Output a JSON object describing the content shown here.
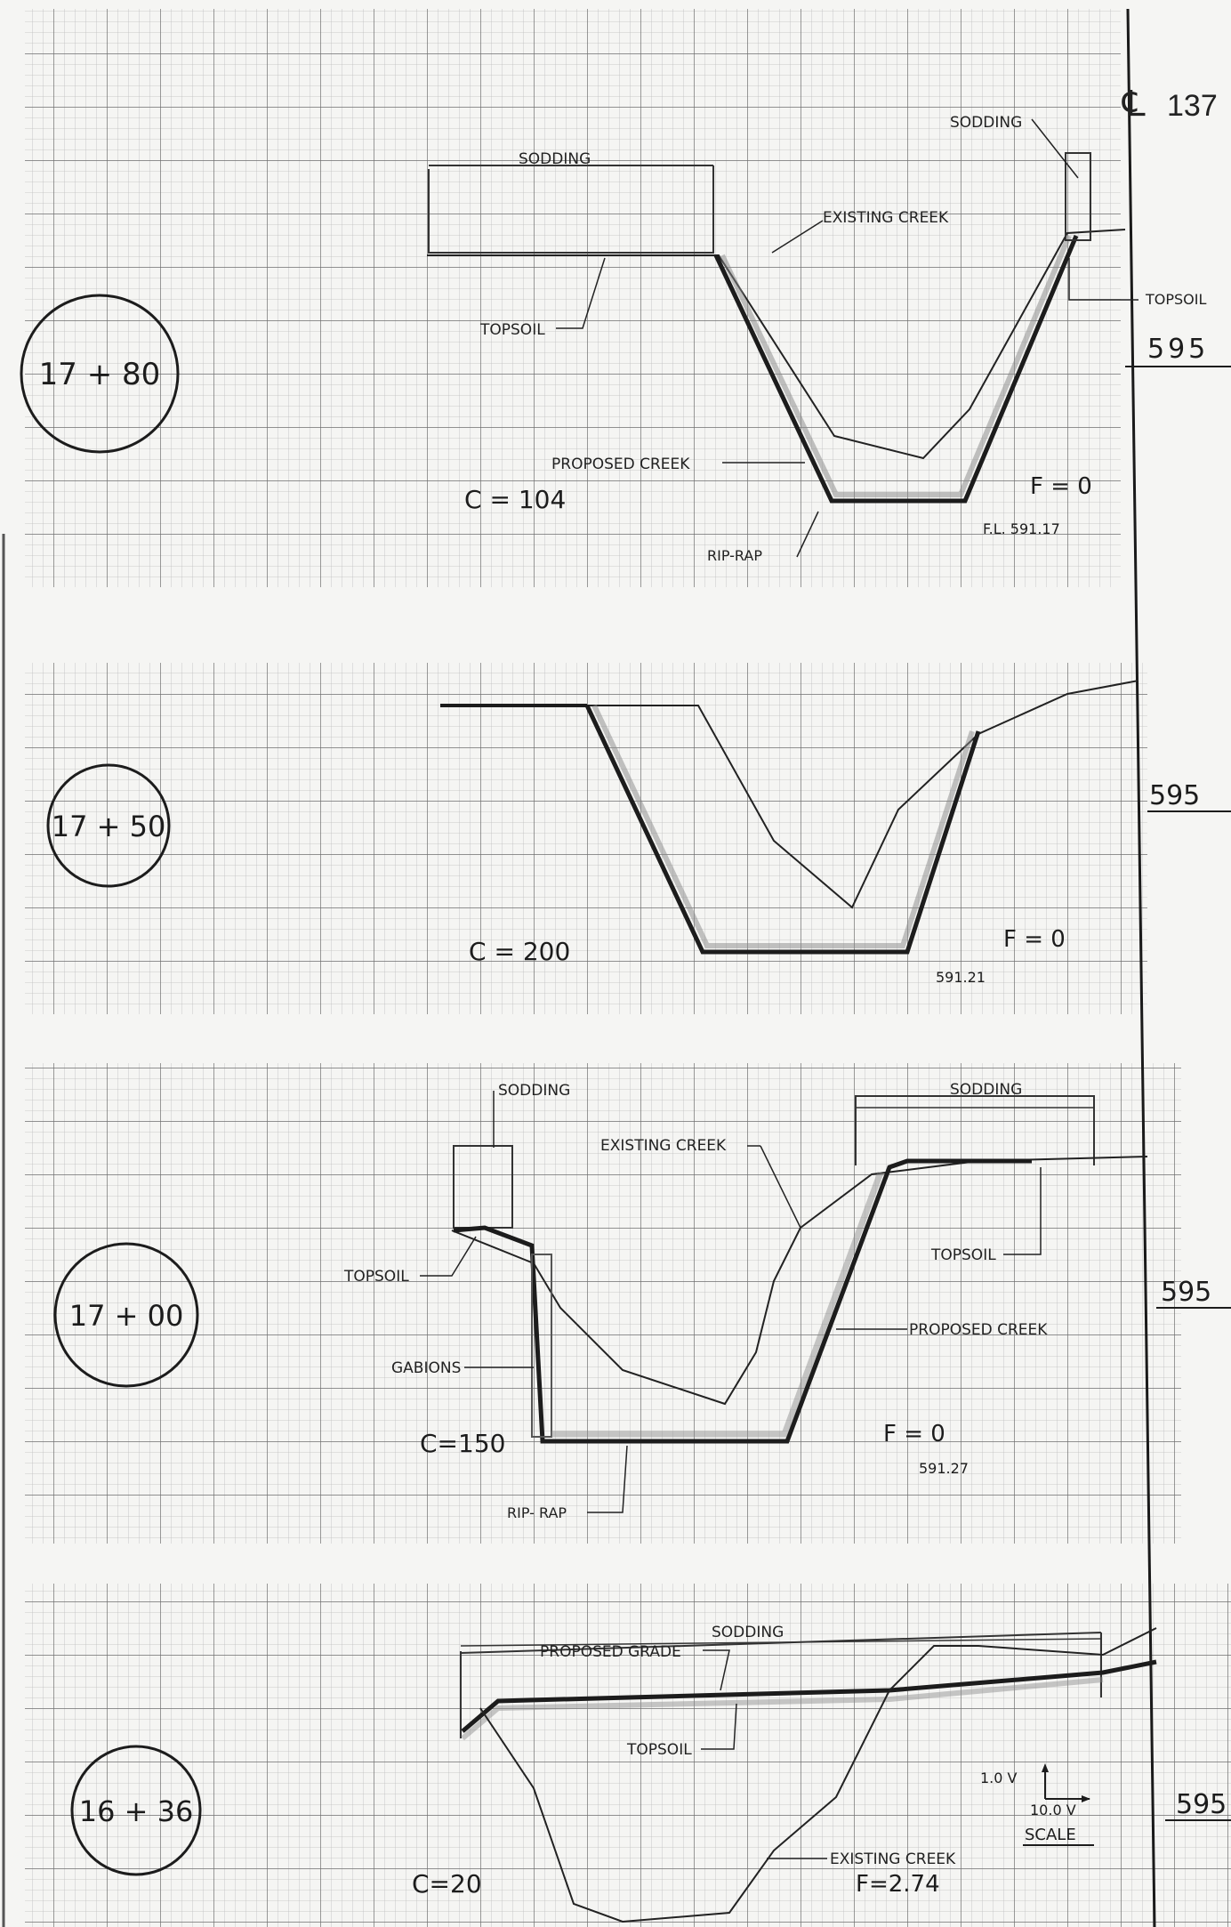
{
  "page": {
    "sheet_number": "137",
    "centerline_symbol": "℄"
  },
  "sections": [
    {
      "station": "17 + 80",
      "elevation": "595",
      "cut": "C = 104",
      "fill": "F = 0",
      "flowline": "F.L. 591.17",
      "labels": {
        "sodding_left": "SODDING",
        "sodding_right": "SODDING",
        "existing_creek": "EXISTING CREEK",
        "topsoil_left": "TOPSOIL",
        "topsoil_right": "TOPSOIL",
        "proposed_creek": "PROPOSED CREEK",
        "rip_rap": "RIP-RAP"
      }
    },
    {
      "station": "17 + 50",
      "elevation": "595",
      "cut": "C = 200",
      "fill": "F = 0",
      "flowline": "591.21"
    },
    {
      "station": "17 + 00",
      "elevation": "595",
      "cut": "C=150",
      "fill": "F = 0",
      "flowline": "591.27",
      "labels": {
        "sodding_left": "SODDING",
        "sodding_right": "SODDING",
        "existing_creek": "EXISTING CREEK",
        "topsoil_left": "TOPSOIL",
        "topsoil_right": "TOPSOIL",
        "proposed_creek": "PROPOSED CREEK",
        "gabions": "GABIONS",
        "rip_rap": "RIP- RAP"
      }
    },
    {
      "station": "16 + 36",
      "elevation": "595",
      "cut": "C=20",
      "fill": "F=2.74",
      "labels": {
        "sodding": "SODDING",
        "proposed_grade": "PROPOSED GRADE",
        "topsoil": "TOPSOIL",
        "existing_creek": "EXISTING CREEK"
      },
      "scale": {
        "vertical": "1.0 V",
        "horizontal": "10.0 V",
        "label": "SCALE"
      }
    }
  ],
  "colors": {
    "paper": "#f5f5f3",
    "grid_minor": "#b9b9b9",
    "grid_major": "#6a6a6a",
    "ink": "#1c1c1c",
    "shade": "#8f8f8f"
  }
}
